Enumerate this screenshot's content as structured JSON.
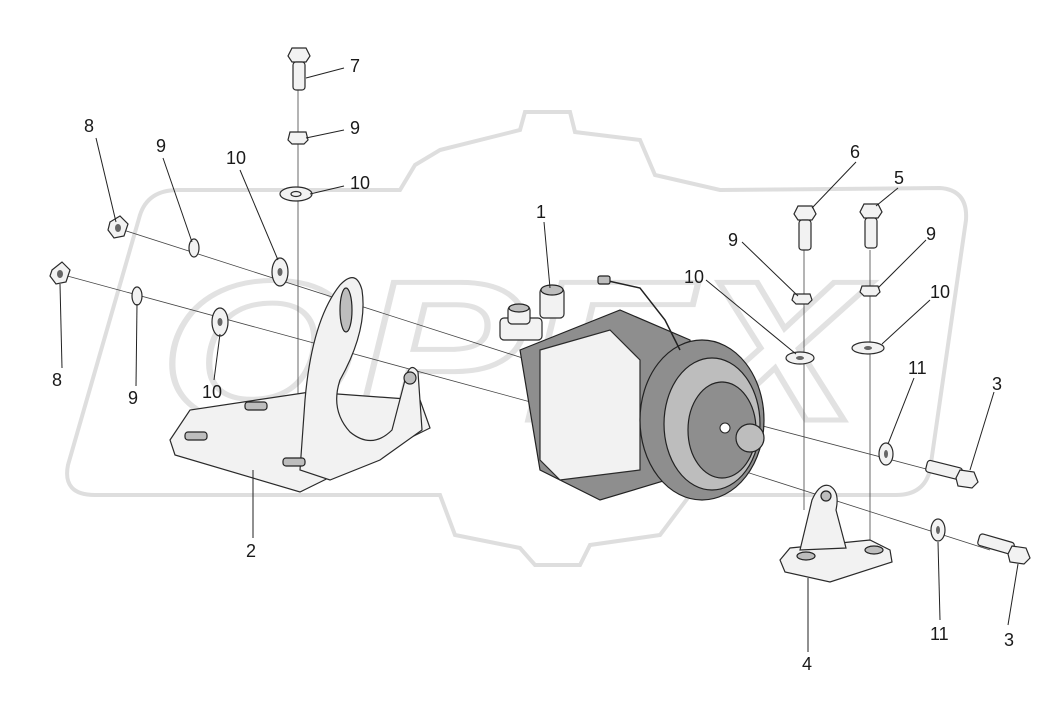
{
  "watermark": {
    "text": "OPEX"
  },
  "callouts": {
    "c1": "1",
    "c2": "2",
    "c3a": "3",
    "c3b": "3",
    "c4": "4",
    "c5": "5",
    "c6": "6",
    "c7": "7",
    "c8a": "8",
    "c8b": "8",
    "c9a": "9",
    "c9b": "9",
    "c9c": "9",
    "c9d": "9",
    "c9e": "9",
    "c10a": "10",
    "c10b": "10",
    "c10c": "10",
    "c10d": "10",
    "c10e": "10",
    "c11a": "11",
    "c11b": "11"
  },
  "colors": {
    "line": "#222222",
    "watermark": "#dedede",
    "shade": "#8e8e8e"
  }
}
